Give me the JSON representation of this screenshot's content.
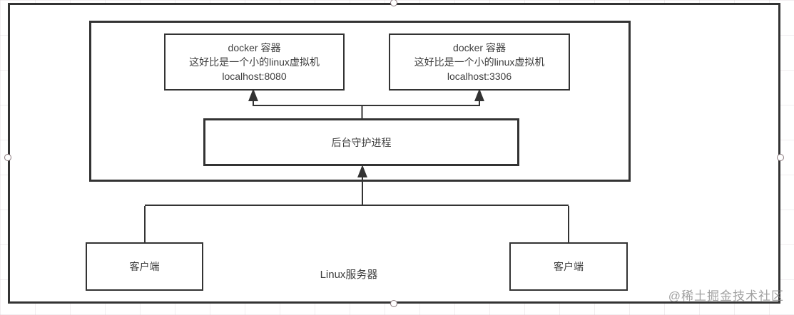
{
  "colors": {
    "line": "#333333",
    "text": "#3d3d3d",
    "watermark": "#9e9e9e",
    "canvas_background": "#ffffff"
  },
  "diagram": {
    "server": {
      "label": "Linux服务器"
    },
    "containers": [
      {
        "title": "docker 容器",
        "description": "这好比是一个小的linux虚拟机",
        "endpoint": "localhost:8080"
      },
      {
        "title": "docker 容器",
        "description": "这好比是一个小的linux虚拟机",
        "endpoint": "localhost:3306"
      }
    ],
    "daemon": {
      "label": "后台守护进程"
    },
    "clients": [
      {
        "label": "客户端"
      },
      {
        "label": "客户端"
      }
    ]
  },
  "watermark": {
    "text": "@稀土掘金技术社区"
  }
}
